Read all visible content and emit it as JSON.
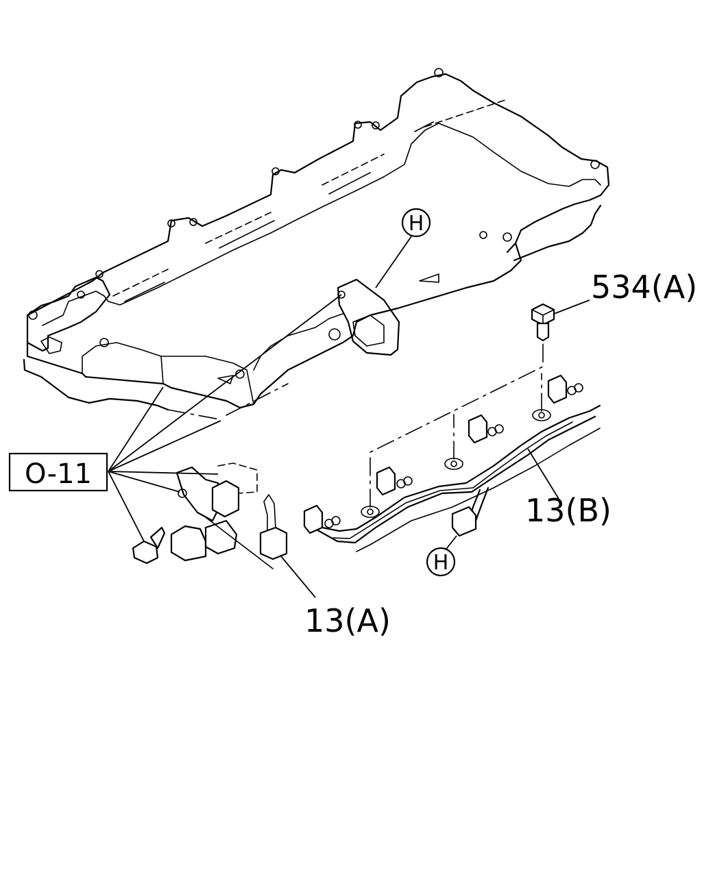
{
  "labels": {
    "ref_box": "O-11",
    "part_534a": "534(A)",
    "part_13b": "13(B)",
    "part_13a": "13(A)",
    "marker_h_top": "H",
    "marker_h_bottom": "H"
  }
}
